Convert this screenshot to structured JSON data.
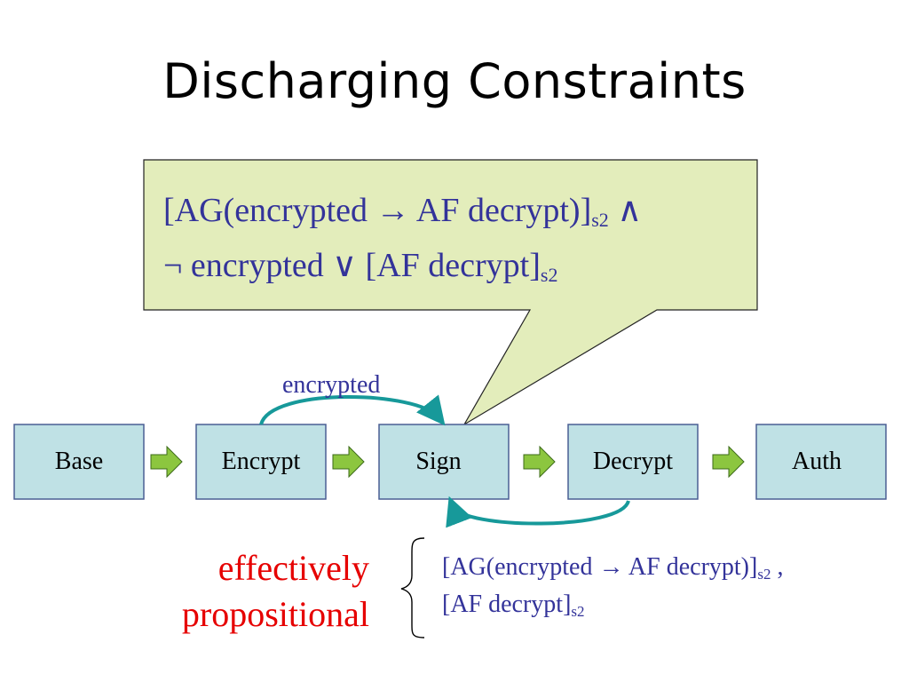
{
  "title": "Discharging Constraints",
  "callout": {
    "line1_main": "[AG(encrypted → AF decrypt)]",
    "line1_sub": "s2",
    "line1_tail": " ∧",
    "line2_main": "¬ encrypted ∨ [AF decrypt]",
    "line2_sub": "s2"
  },
  "pipeline": {
    "nodes": [
      "Base",
      "Encrypt",
      "Sign",
      "Decrypt",
      "Auth"
    ],
    "edge_label": "encrypted"
  },
  "effectively": {
    "line1": "effectively",
    "line2": "propositional"
  },
  "result": {
    "line1_main": "[AG(encrypted → AF decrypt)]",
    "line1_sub": "s2",
    "line1_tail": " ,",
    "line2_main": "[AF decrypt]",
    "line2_sub": "s2"
  },
  "colors": {
    "callout_fill": "#e3edbb",
    "node_fill": "#bfe1e5",
    "node_border": "#4a5f94",
    "loop_arrow": "#17999a",
    "flow_arrow": "#8cc63f",
    "formula_text": "#33339a",
    "emphasis_text": "#e60000"
  }
}
